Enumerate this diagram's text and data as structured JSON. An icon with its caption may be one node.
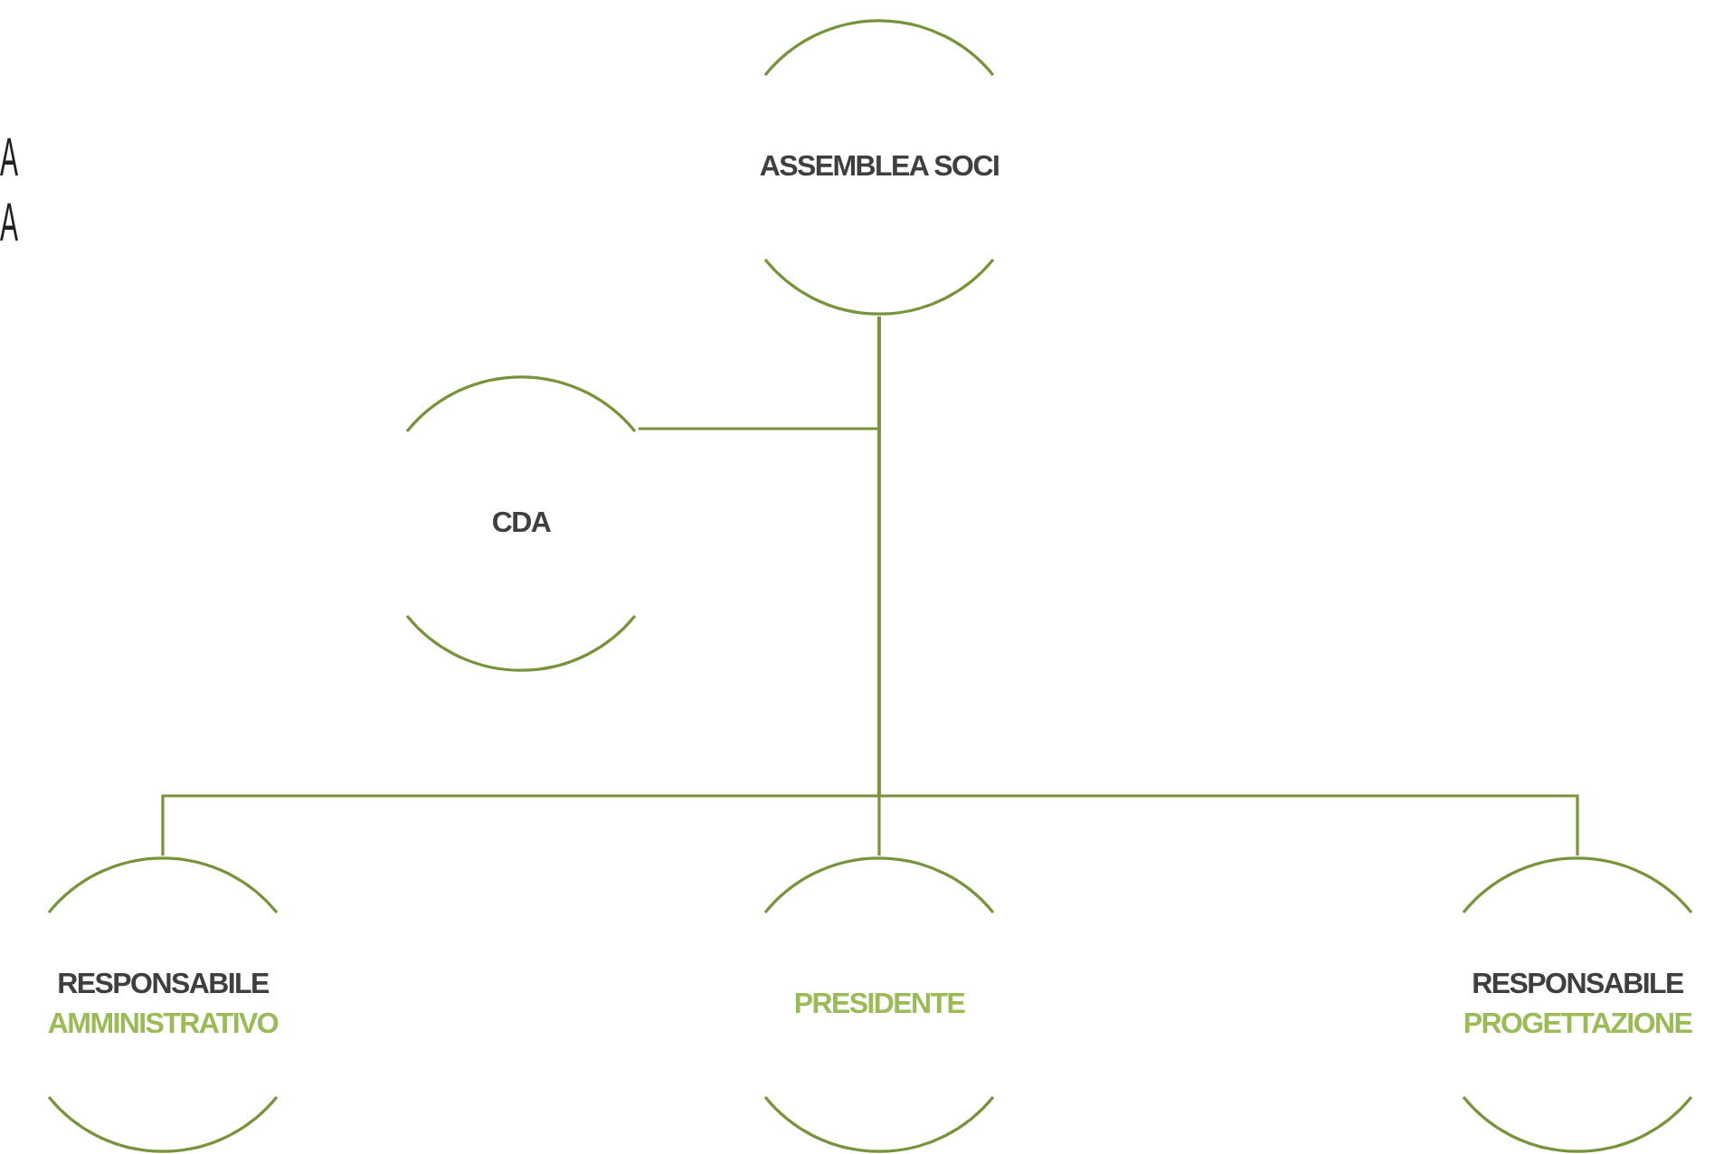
{
  "diagram": {
    "nodes": [
      {
        "text": [
          "ASSEMBLEA SOCI"
        ]
      },
      {
        "text": [
          "CDA"
        ]
      },
      {
        "text": [
          "RESPONSABILE",
          "AMMINISTRATIVO"
        ]
      },
      {
        "text": [
          "PRESIDENTE"
        ]
      },
      {
        "text": [
          "RESPONSABILE",
          "PROGETTAZIONE"
        ]
      }
    ],
    "edges": [
      {
        "from": 0,
        "to": 1,
        "arrow": "none"
      },
      {
        "from": 0,
        "to": 2,
        "arrow": "none"
      },
      {
        "from": 0,
        "to": 3,
        "arrow": "none"
      },
      {
        "from": 0,
        "to": 4,
        "arrow": "none"
      }
    ],
    "labels": [
      "A",
      "A"
    ]
  }
}
